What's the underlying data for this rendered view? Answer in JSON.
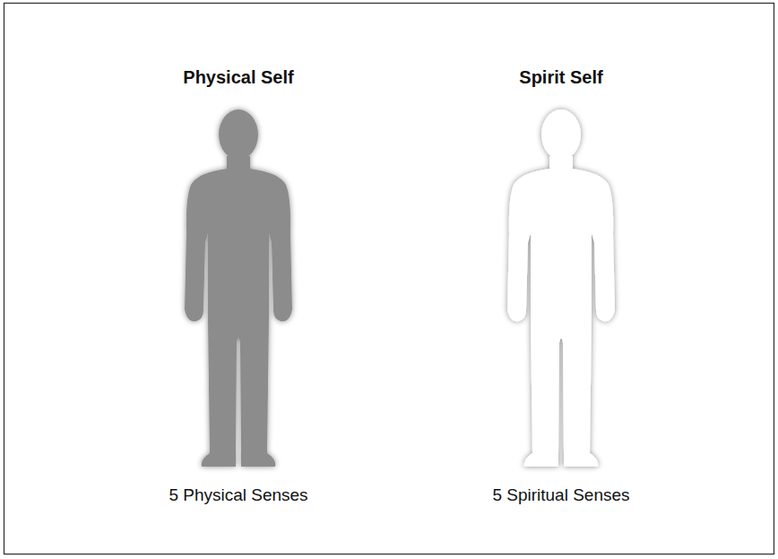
{
  "diagram": {
    "nodes": [
      {
        "text": [
          "Physical Self",
          "5 Physical Senses"
        ]
      },
      {
        "text": [
          "Spirit Self",
          "5 Spiritual Senses"
        ]
      }
    ]
  }
}
